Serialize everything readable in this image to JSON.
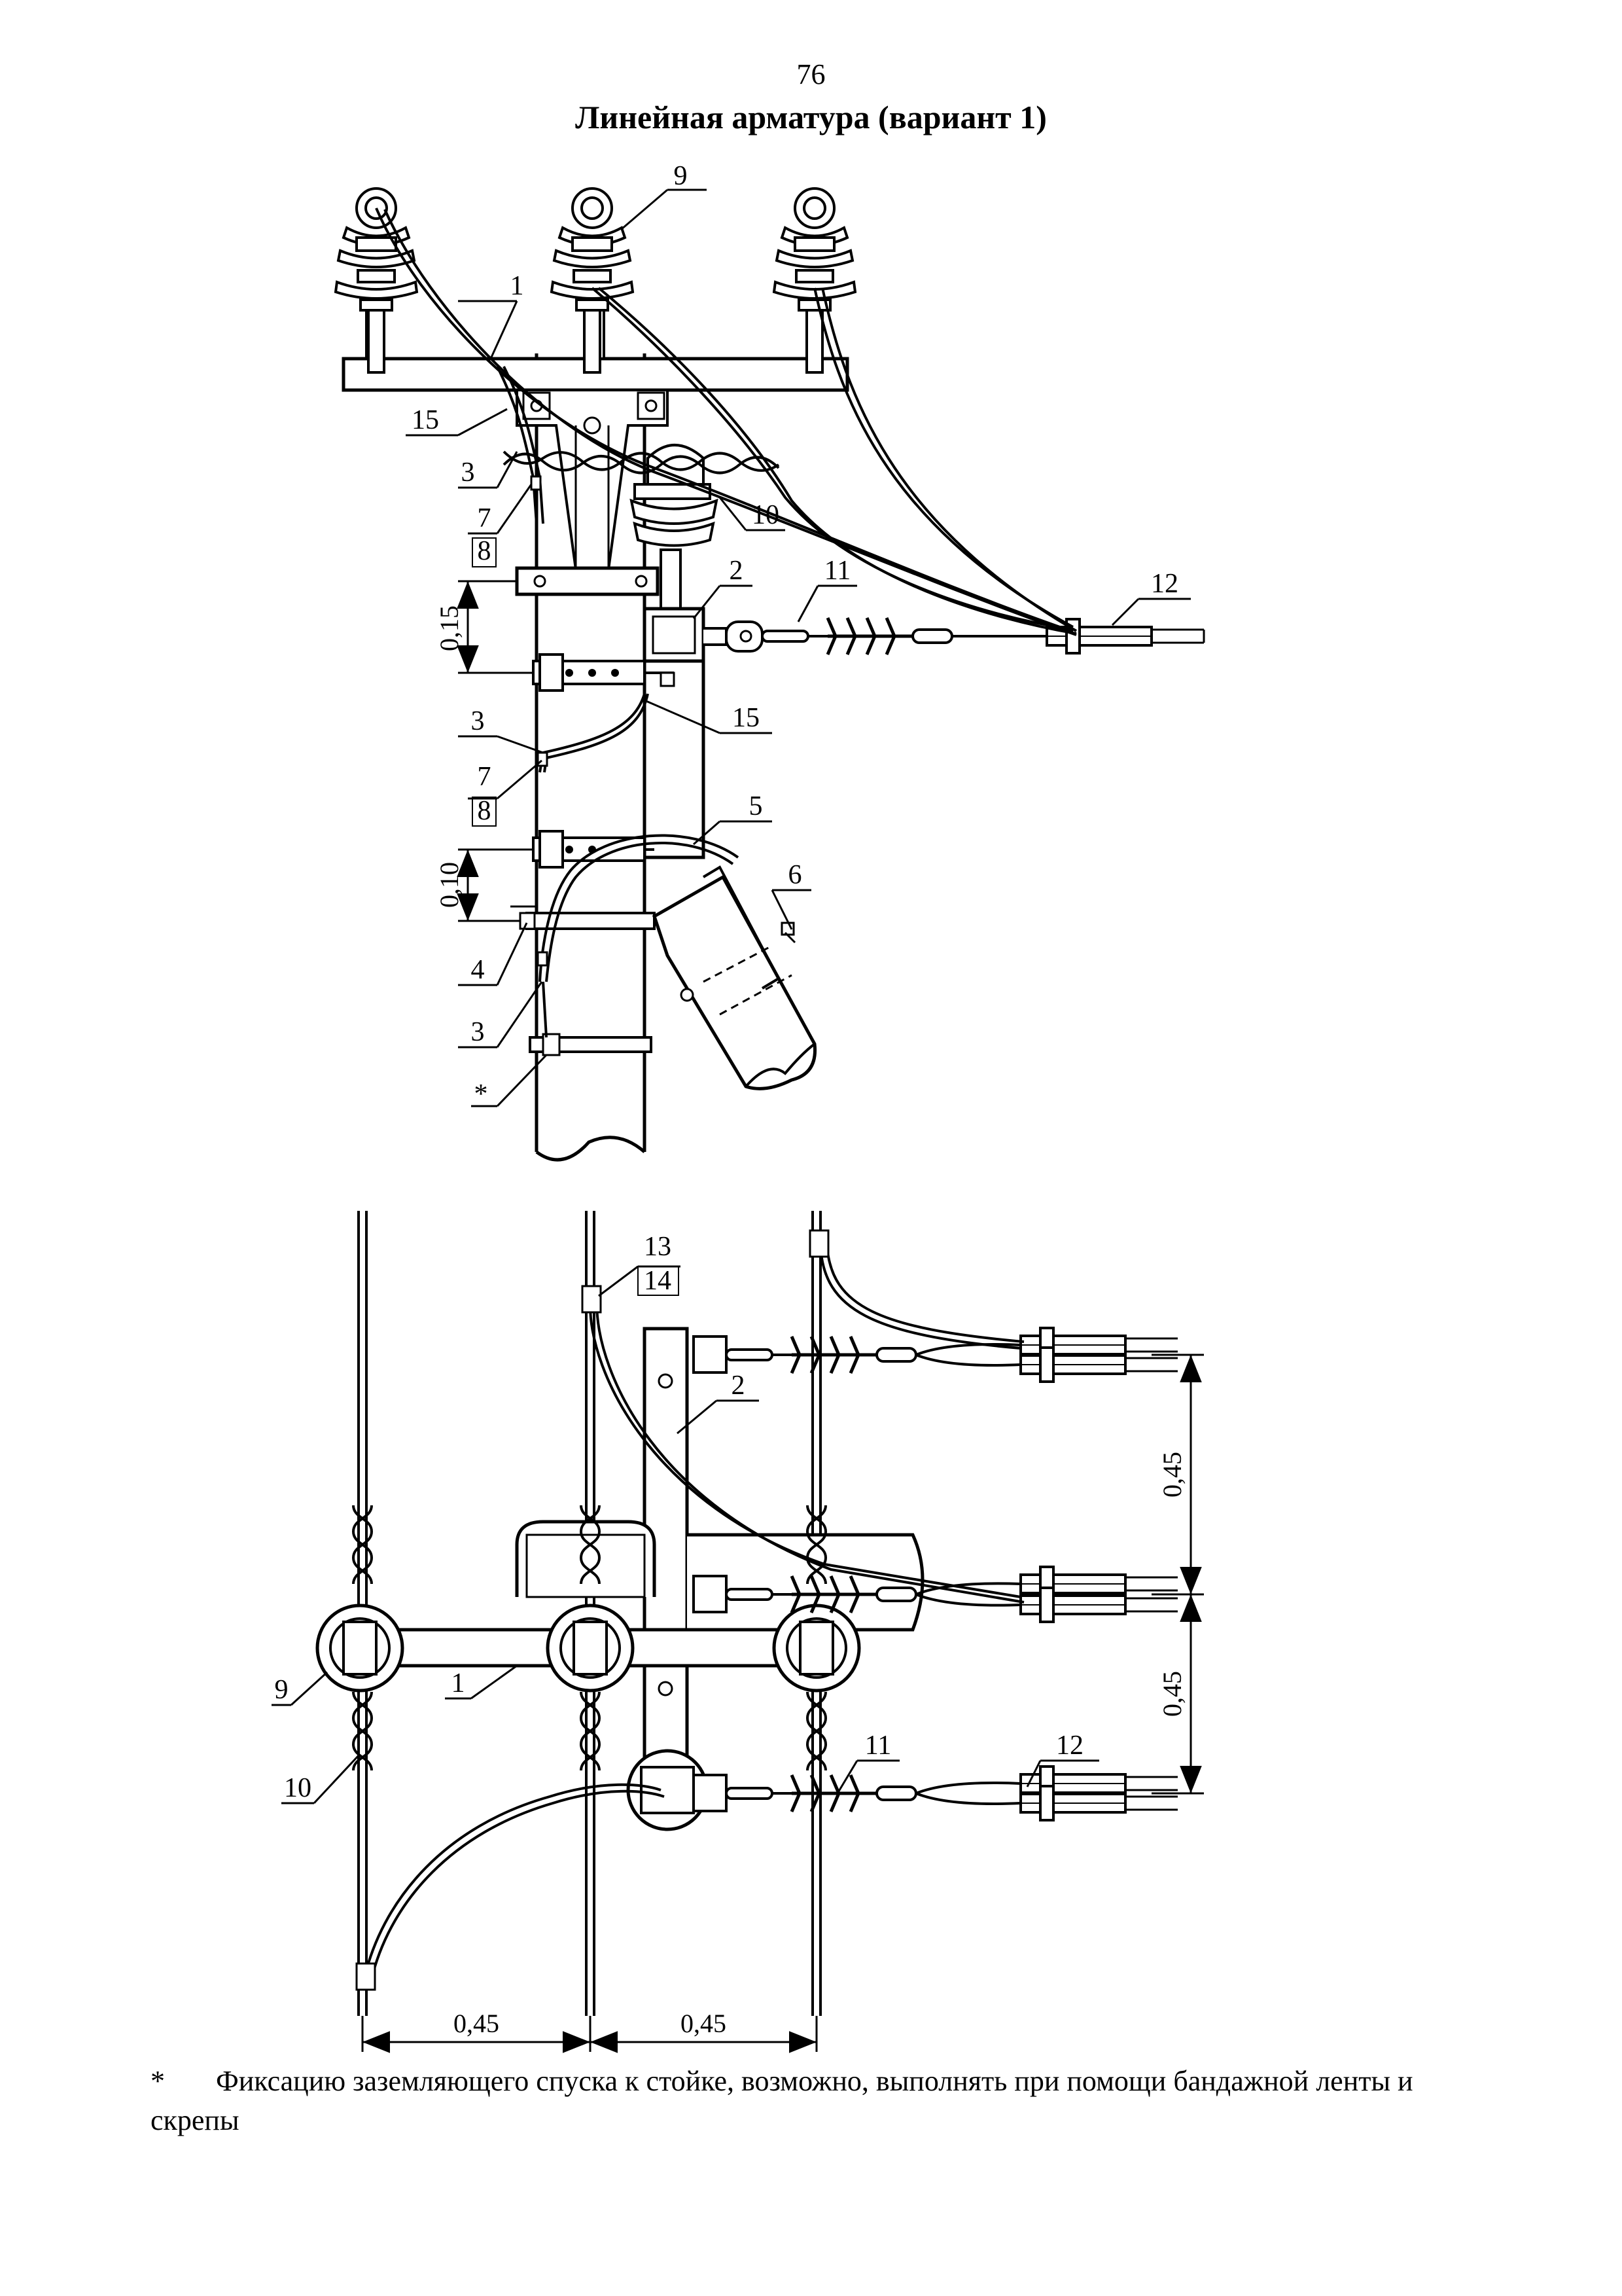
{
  "page": {
    "number": "76",
    "title": "Линейная арматура (вариант 1)"
  },
  "callouts": {
    "c1": "1",
    "c2": "2",
    "c3": "3",
    "c4": "4",
    "c5": "5",
    "c6": "6",
    "c7": "7",
    "c8": "8",
    "c9": "9",
    "c10": "10",
    "c11": "11",
    "c12": "12",
    "c13": "13",
    "c14": "14",
    "c15": "15",
    "asterisk": "*"
  },
  "dimensions": {
    "d015": "0,15",
    "d010": "0,10",
    "d045": "0,45"
  },
  "footnote": {
    "mark": "*",
    "text": "Фиксацию заземляющего спуска к стойке, возможно, выполнять при помощи бандажной ленты и скрепы"
  }
}
